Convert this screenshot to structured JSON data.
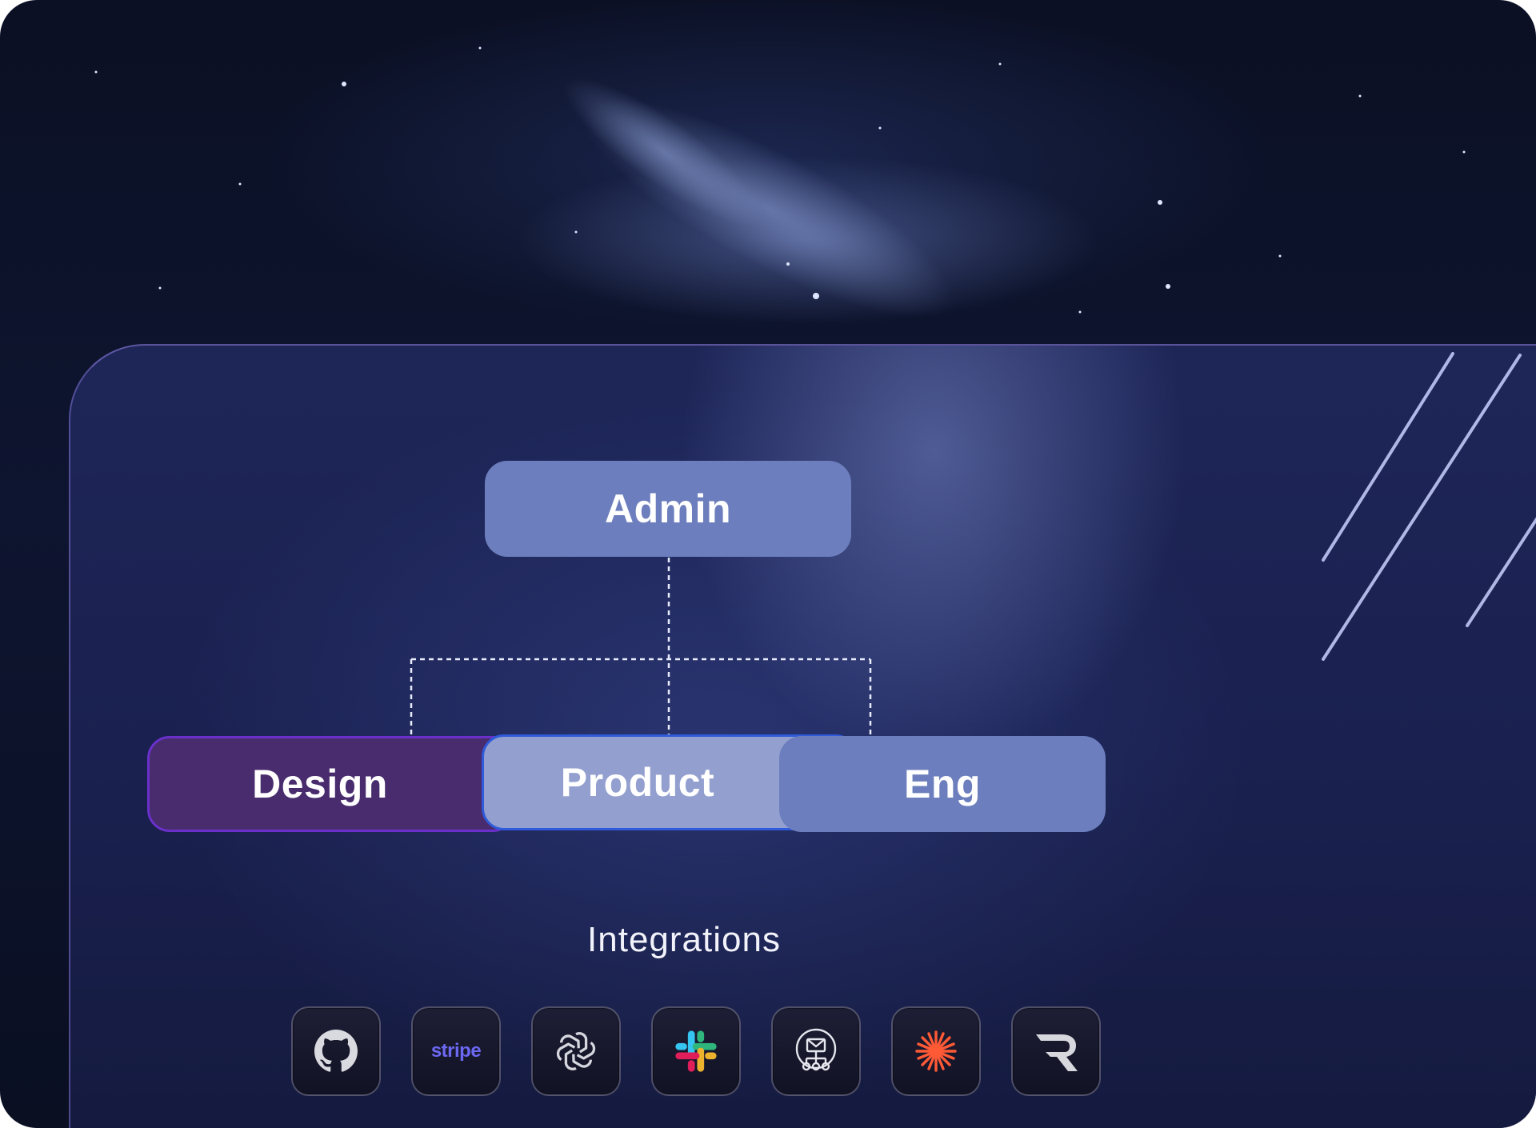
{
  "org_chart": {
    "root": "Admin",
    "children": [
      "Design",
      "Product",
      "Eng"
    ]
  },
  "integrations": {
    "title": "Integrations",
    "items": [
      {
        "name": "github-icon"
      },
      {
        "name": "stripe-icon",
        "label": "stripe"
      },
      {
        "name": "openai-icon"
      },
      {
        "name": "slack-icon"
      },
      {
        "name": "email-network-icon"
      },
      {
        "name": "asterisk-burst-icon"
      },
      {
        "name": "r-logo-icon"
      }
    ]
  },
  "colors": {
    "admin": "#6c7ebd",
    "design": "#482c6e",
    "product": "#93a0cf",
    "eng": "#6c7ebd",
    "stripe": "#6b68f2"
  }
}
